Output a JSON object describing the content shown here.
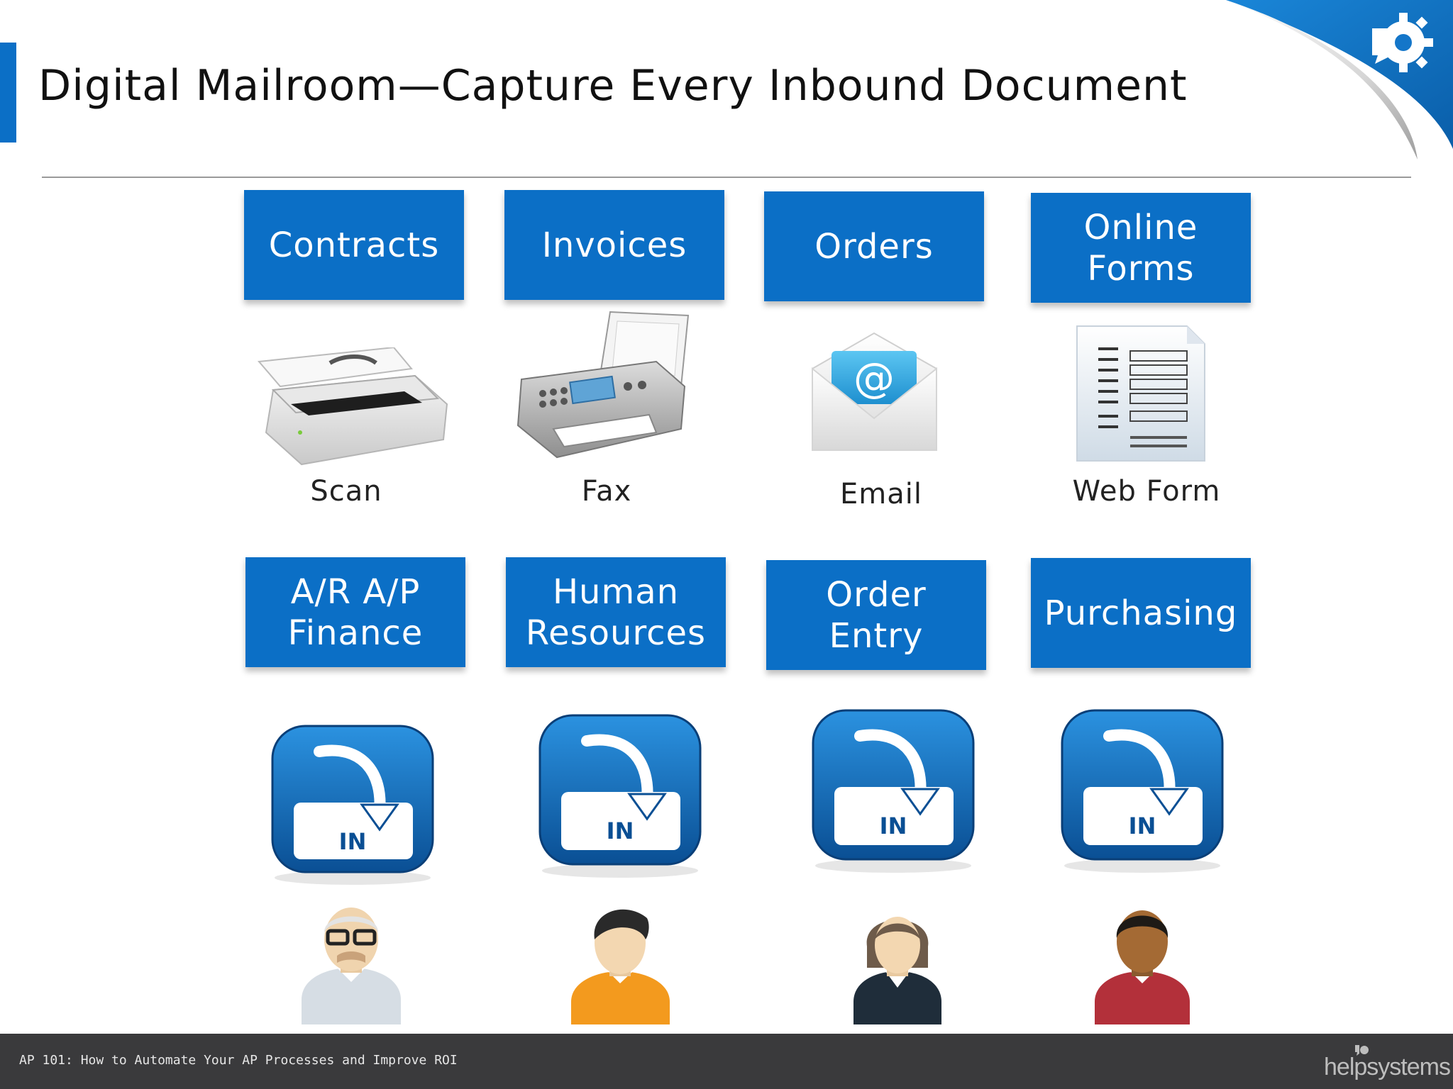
{
  "slide": {
    "title": "Digital Mailroom—Capture Every Inbound Document"
  },
  "document_types": [
    {
      "label": "Contracts"
    },
    {
      "label": "Invoices"
    },
    {
      "label": "Orders"
    },
    {
      "label": "Online\nForms"
    }
  ],
  "capture_channels": [
    {
      "label": "Scan",
      "icon": "scanner-icon"
    },
    {
      "label": "Fax",
      "icon": "fax-machine-icon"
    },
    {
      "label": "Email",
      "icon": "email-envelope-icon"
    },
    {
      "label": "Web Form",
      "icon": "web-form-document-icon"
    }
  ],
  "departments": [
    {
      "label": "A/R A/P\nFinance",
      "inbox_label": "IN"
    },
    {
      "label": "Human\nResources",
      "inbox_label": "IN"
    },
    {
      "label": "Order\nEntry",
      "inbox_label": "IN"
    },
    {
      "label": "Purchasing",
      "inbox_label": "IN"
    }
  ],
  "people_icons": [
    "older-man-avatar-icon",
    "man-avatar-icon",
    "woman-avatar-icon",
    "man-avatar-icon"
  ],
  "footer": {
    "presentation_title": "AP 101: How to Automate Your AP Processes and Improve ROI",
    "brand": "helpsystems"
  },
  "colors": {
    "accent_blue": "#0b6fc6",
    "footer_bg": "#3a3a3c"
  }
}
